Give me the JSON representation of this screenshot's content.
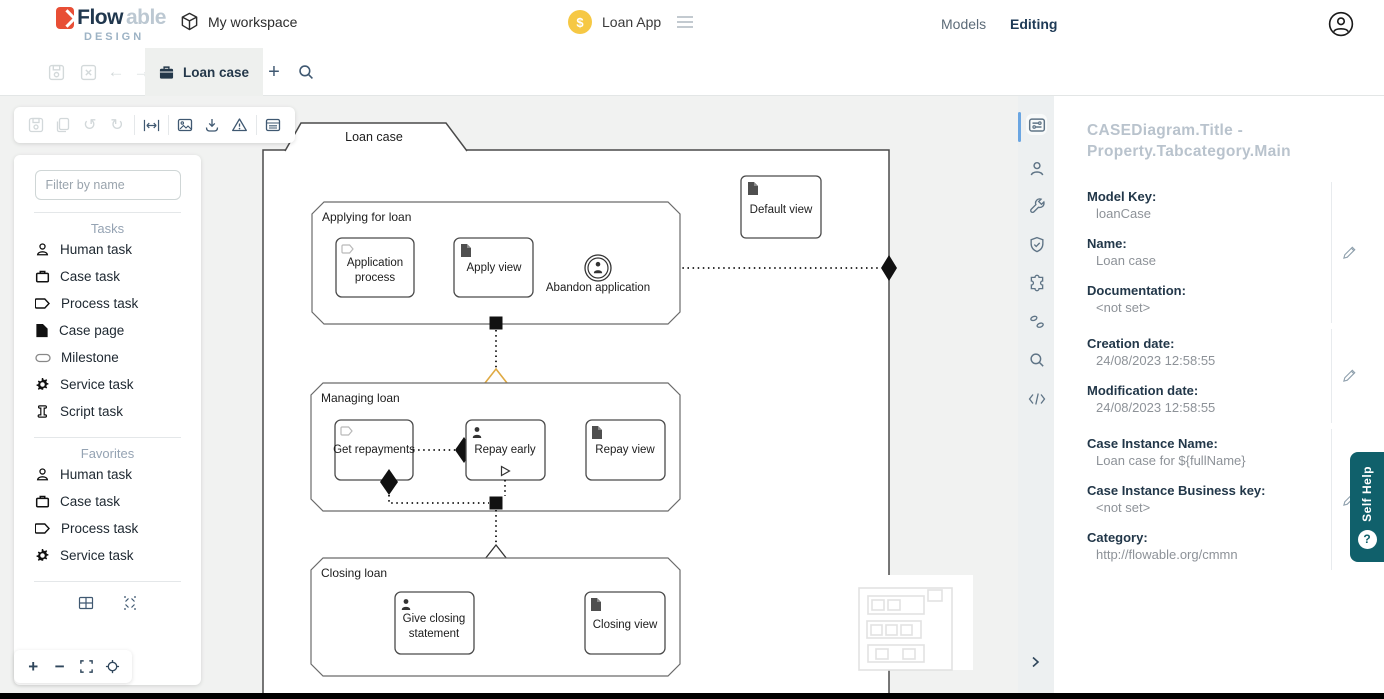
{
  "header": {
    "brand": {
      "bold": "Flow",
      "light": "able",
      "sub": "DESIGN"
    },
    "workspace_label": "My workspace",
    "app_badge": "$",
    "app_name": "Loan App",
    "nav_models": "Models",
    "nav_editing": "Editing"
  },
  "tabbar": {
    "active_tab_label": "Loan case"
  },
  "palette": {
    "filter_placeholder": "Filter by name",
    "sections": [
      {
        "title": "Tasks",
        "items": [
          {
            "icon": "human-task-icon",
            "label": "Human task"
          },
          {
            "icon": "case-task-icon",
            "label": "Case task"
          },
          {
            "icon": "process-task-icon",
            "label": "Process task"
          },
          {
            "icon": "case-page-icon",
            "label": "Case page"
          },
          {
            "icon": "milestone-icon",
            "label": "Milestone"
          },
          {
            "icon": "service-task-icon",
            "label": "Service task"
          },
          {
            "icon": "script-task-icon",
            "label": "Script task"
          }
        ]
      },
      {
        "title": "Favorites",
        "items": [
          {
            "icon": "human-task-icon",
            "label": "Human task"
          },
          {
            "icon": "case-task-icon",
            "label": "Case task"
          },
          {
            "icon": "process-task-icon",
            "label": "Process task"
          },
          {
            "icon": "service-task-icon",
            "label": "Service task"
          }
        ]
      }
    ]
  },
  "diagram": {
    "case_plan_label": "Loan case",
    "default_view": {
      "label": "Default view"
    },
    "stages": [
      {
        "label": "Applying for loan",
        "items": [
          {
            "type": "process-task",
            "name_l1": "Application",
            "name_l2": "process"
          },
          {
            "type": "case-page-task",
            "name_l1": "Apply view"
          },
          {
            "type": "user-event-listener",
            "name_l1": "Abandon application"
          }
        ]
      },
      {
        "label": "Managing loan",
        "items": [
          {
            "type": "process-task",
            "name_l1": "Get repayments"
          },
          {
            "type": "human-task",
            "name_l1": "Repay early"
          },
          {
            "type": "case-page-task",
            "name_l1": "Repay view"
          }
        ]
      },
      {
        "label": "Closing loan",
        "items": [
          {
            "type": "human-task",
            "name_l1": "Give closing",
            "name_l2": "statement"
          },
          {
            "type": "case-page-task",
            "name_l1": "Closing view"
          }
        ]
      }
    ]
  },
  "properties": {
    "panel_title_line1": "CASEDiagram.Title -",
    "panel_title_line2": "Property.Tabcategory.Main",
    "fields": [
      {
        "label": "Model Key:",
        "value": "loanCase"
      },
      {
        "label": "Name:",
        "value": "Loan case"
      },
      {
        "label": "Documentation:",
        "value": "<not set>"
      },
      {
        "label": "Creation date:",
        "value": "24/08/2023 12:58:55"
      },
      {
        "label": "Modification date:",
        "value": "24/08/2023 12:58:55"
      },
      {
        "label": "Case Instance Name:",
        "value": "Loan case for ${fullName}"
      },
      {
        "label": "Case Instance Business key:",
        "value": "<not set>"
      },
      {
        "label": "Category:",
        "value": "http://flowable.org/cmmn"
      }
    ]
  },
  "self_help": {
    "label": "Self Help"
  },
  "colors": {
    "brand_red": "#e84e35",
    "navy": "#20374e",
    "accent_yellow": "#f6c844",
    "entry_diamond_yellow": "#dfa942",
    "self_help_teal": "#10606b",
    "canvas_bg": "#f1f2f1"
  }
}
